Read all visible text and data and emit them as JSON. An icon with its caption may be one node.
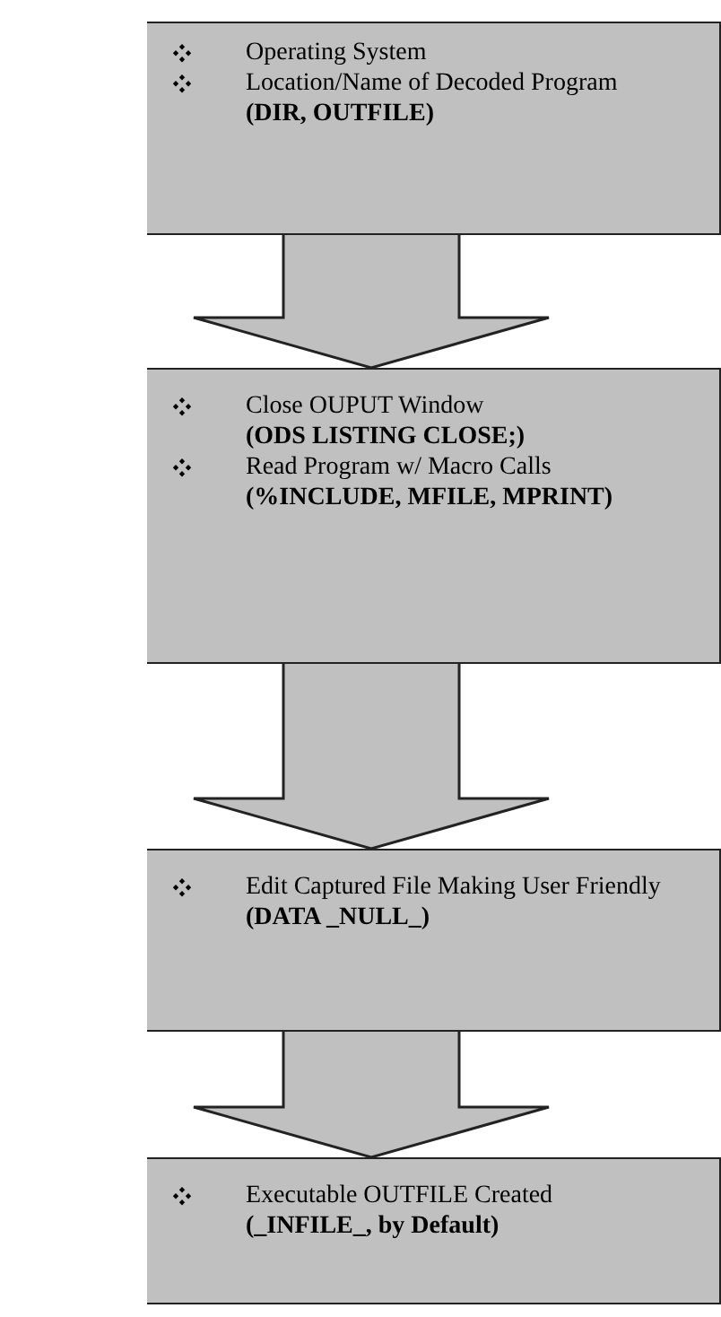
{
  "diagram": {
    "nodes": [
      {
        "text": [
          "Operating System",
          "Location/Name of Decoded Program **(DIR, OUTFILE)**"
        ]
      },
      {
        "text": [
          "Close OUPUT Window **(ODS LISTING CLOSE;)**",
          "Read Program w/ Macro Calls **(%INCLUDE, MFILE, MPRINT)**"
        ]
      },
      {
        "text": [
          "Edit Captured File Making User Friendly **(DATA _NULL_)**"
        ]
      },
      {
        "text": [
          "Executable OUTFILE Created **(_INFILE_, by Default)**"
        ]
      }
    ],
    "edges": [
      {
        "from": 0,
        "to": 1,
        "arrow": "to"
      },
      {
        "from": 1,
        "to": 2,
        "arrow": "to"
      },
      {
        "from": 2,
        "to": 3,
        "arrow": "to"
      }
    ]
  }
}
